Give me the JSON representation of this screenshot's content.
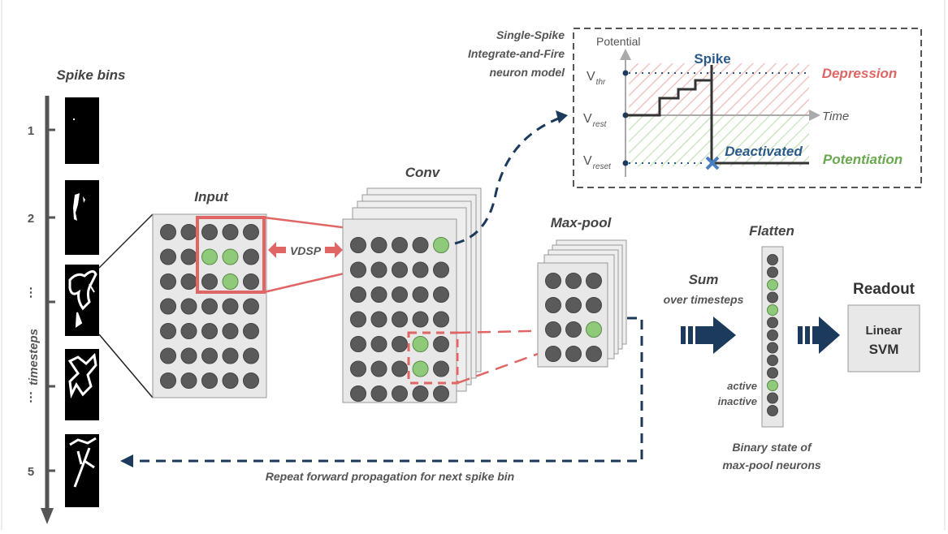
{
  "colors": {
    "neuron_off": "#5a5a5a",
    "neuron_on": "#8fca7a",
    "panel_bg": "#e8e8e8",
    "highlight": "#e06666",
    "navy": "#1b3a5c",
    "depression": "#e06666",
    "potentiation": "#6aa84f",
    "spike_text": "#2a5a8a",
    "grey_text": "#555555"
  },
  "spike_bins": {
    "title": "Spike bins",
    "axis_label": "timesteps",
    "tick_labels": [
      "1",
      "2",
      "⋮",
      "⋮",
      "5"
    ]
  },
  "input": {
    "title": "Input"
  },
  "vdsp": {
    "label": "VDSP"
  },
  "conv": {
    "title": "Conv"
  },
  "maxpool": {
    "title": "Max-pool"
  },
  "sum": {
    "title": "Sum",
    "subtitle": "over timesteps"
  },
  "flatten": {
    "title": "Flatten",
    "active_label": "active",
    "inactive_label": "inactive",
    "caption_line1": "Binary state of",
    "caption_line2": "max-pool neurons"
  },
  "readout": {
    "title": "Readout",
    "box_line1": "Linear",
    "box_line2": "SVM"
  },
  "repeat": {
    "label": "Repeat forward propagation for next spike bin"
  },
  "neuron_model": {
    "caption_line1": "Single-Spike",
    "caption_line2": "Integrate-and-Fire",
    "caption_line3": "neuron model",
    "potential_label": "Potential",
    "time_label": "Time",
    "v_thr": "V",
    "v_thr_sub": "thr",
    "v_rest": "V",
    "v_rest_sub": "rest",
    "v_reset": "V",
    "v_reset_sub": "reset",
    "spike_label": "Spike",
    "deactivated_label": "Deactivated",
    "depression_label": "Depression",
    "potentiation_label": "Potentiation"
  }
}
